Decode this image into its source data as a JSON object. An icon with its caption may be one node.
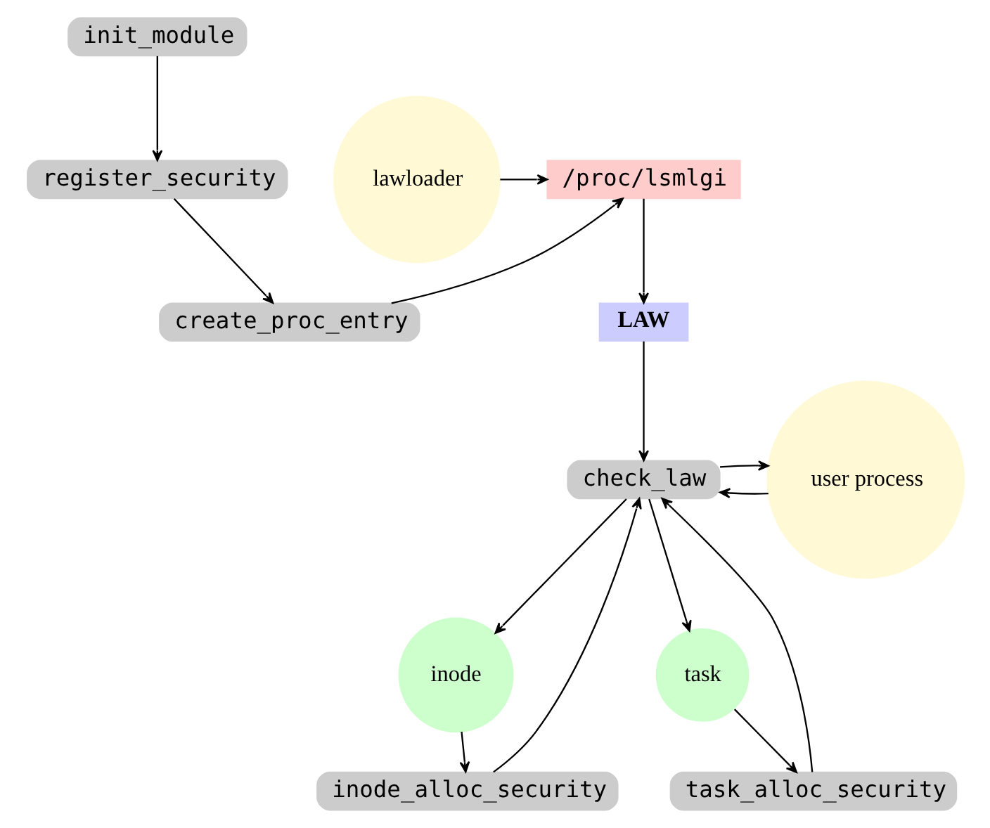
{
  "diagram": {
    "nodes": [
      {
        "text": [
          "init_module"
        ]
      },
      {
        "text": [
          "register_security"
        ]
      },
      {
        "text": [
          "create_proc_entry"
        ]
      },
      {
        "text": [
          "/proc/lsmlgi"
        ]
      },
      {
        "text": [
          "LAW"
        ]
      },
      {
        "text": [
          "lawloader"
        ]
      },
      {
        "text": [
          "check_law"
        ]
      },
      {
        "text": [
          "user process"
        ]
      },
      {
        "text": [
          "inode_alloc_security"
        ]
      },
      {
        "text": [
          "inode"
        ]
      },
      {
        "text": [
          "task_alloc_security"
        ]
      },
      {
        "text": [
          "task"
        ]
      }
    ],
    "edges": [
      {
        "from": 0,
        "to": 1,
        "arrow": "to"
      },
      {
        "from": 1,
        "to": 2,
        "arrow": "to"
      },
      {
        "from": 2,
        "to": 3,
        "arrow": "to"
      },
      {
        "from": 5,
        "to": 3,
        "arrow": "to"
      },
      {
        "from": 3,
        "to": 4,
        "arrow": "to"
      },
      {
        "from": 4,
        "to": 6,
        "arrow": "to"
      },
      {
        "from": 7,
        "to": 6,
        "arrow": "to"
      },
      {
        "from": 6,
        "to": 7,
        "arrow": "to"
      },
      {
        "from": 6,
        "to": 9,
        "arrow": "to"
      },
      {
        "from": 6,
        "to": 11,
        "arrow": "to"
      },
      {
        "from": 9,
        "to": 8,
        "arrow": "to"
      },
      {
        "from": 8,
        "to": 6,
        "arrow": "to"
      },
      {
        "from": 11,
        "to": 10,
        "arrow": "to"
      },
      {
        "from": 10,
        "to": 6,
        "arrow": "to"
      }
    ]
  }
}
